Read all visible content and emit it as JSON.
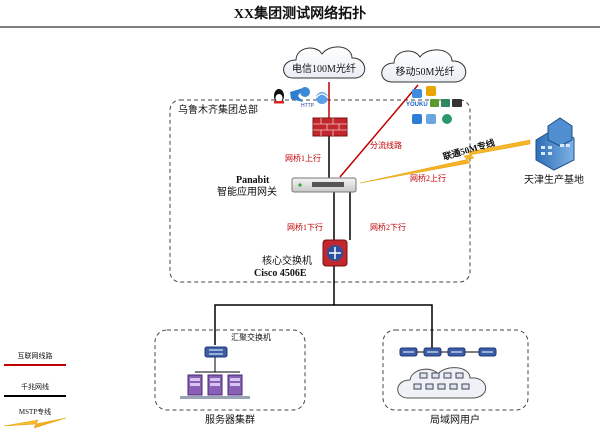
{
  "title": "XX集团测试网络拓扑",
  "clouds": {
    "telecom": "电信100M光纤",
    "mobile": "移动50M光纤"
  },
  "hq_label": "乌鲁木齐集团总部",
  "gateway": {
    "brand": "Panabit",
    "name": "智能应用网关"
  },
  "core_switch": {
    "name": "核心交换机",
    "model": "Cisco 4506E"
  },
  "links": {
    "bridge1_up": "网桥1上行",
    "bridge1_down": "网桥1下行",
    "bridge2_up": "网桥2上行",
    "bridge2_down": "网桥2下行",
    "shunt": "分流线路",
    "unicom": "联通50M专线"
  },
  "tianjin": "天津生产基地",
  "aggregation_switch": "汇聚交换机",
  "server_cluster": "服务器集群",
  "lan_users": "局域网用户",
  "app_icons": {
    "left": [
      "qq-icon",
      "bird-icon",
      "http-icon",
      "browser-icon"
    ],
    "right": [
      "app-icon-1",
      "app-icon-2",
      "youku-icon",
      "app-icon-3",
      "app-icon-4",
      "app-icon-5",
      "app-icon-6",
      "app-icon-7",
      "app-icon-8"
    ],
    "http_text": "HTTP",
    "youku_text": "YOUKU"
  },
  "legend": [
    {
      "label": "互联网线路",
      "color": "#c00000"
    },
    {
      "label": "千兆网线",
      "color": "#000000"
    },
    {
      "label": "MSTP专线",
      "color": "#f2b100"
    }
  ]
}
